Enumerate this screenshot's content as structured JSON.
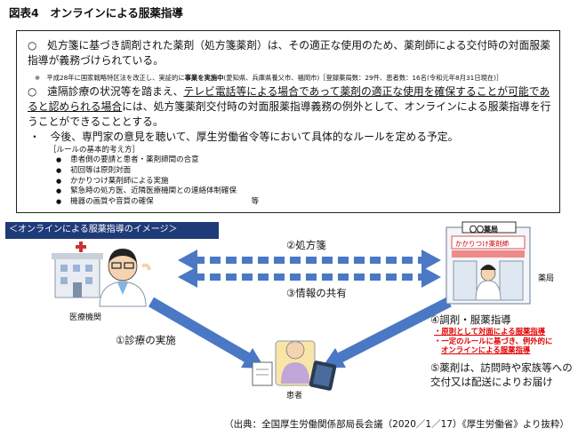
{
  "figure_title": "図表4　オンラインによる服薬指導",
  "box": {
    "bullet1": "○　処方箋に基づき調剤された薬剤（処方箋薬剤）は、その適正な使用のため、薬剤師による交付時の対面服薬指導が義務づけられている。",
    "note_pre": "※　平成28年に国家戦略特区法を改正し、実証的に",
    "note_bold": "事業を実施中",
    "note_post": "(愛知県、兵庫県養父市、福岡市)［登録薬局数：29件、患者数：16名(令和元年8月31日現在)］",
    "bullet2_a": "○　遠隔診療の状況等を踏まえ、",
    "bullet2_u": "テレビ電話等による場合であって薬剤の適正な使用を確保することが可能であると認められる場合",
    "bullet2_b": "には、処方箋薬剤交付時の対面服薬指導義務の例外として、オンラインによる服薬指導を行うことができることとする。",
    "bullet3": "・　今後、専門家の意見を聴いて、厚生労働省令等において具体的なルールを定める予定。",
    "rules_heading": "［ルールの基本的考え方］",
    "rules": [
      "患者側の要請と患者・薬剤師間の合意",
      "初回等は原則対面",
      "かかりつけ薬剤師による実施",
      "緊急時の処方医、近隣医療機関との連絡体制確保",
      "機器の画質や音質の確保"
    ],
    "rules_etc": "等"
  },
  "diagram": {
    "banner": "＜オンラインによる服薬指導のイメージ＞",
    "pharmacy_sign": "〇〇薬局",
    "pharmacy_banner": "かかりつけ薬剤師",
    "prescription_label": "②処方箋",
    "info_share_label": "③情報の共有",
    "clinic_label": "医療機関",
    "pharmacy_label": "薬局",
    "consult_label": "①診療の実施",
    "dispense_label": "④調剤・服薬指導",
    "red_line1": "・原則として対面による服薬指導",
    "red_line2": "・一定のルールに基づき、例外的に",
    "red_line3": "オンラインによる服薬指導",
    "step5": "⑤薬剤は、訪問時や家族等への交付又は配送によりお届け",
    "patient_label": "患者"
  },
  "source": "（出典：全国厚生労働関係部局長会議（2020／1／17）《厚生労働省》より抜粋）",
  "colors": {
    "banner": "#1f3a78",
    "arrow": "#4a78c4",
    "red": "#e00000"
  }
}
